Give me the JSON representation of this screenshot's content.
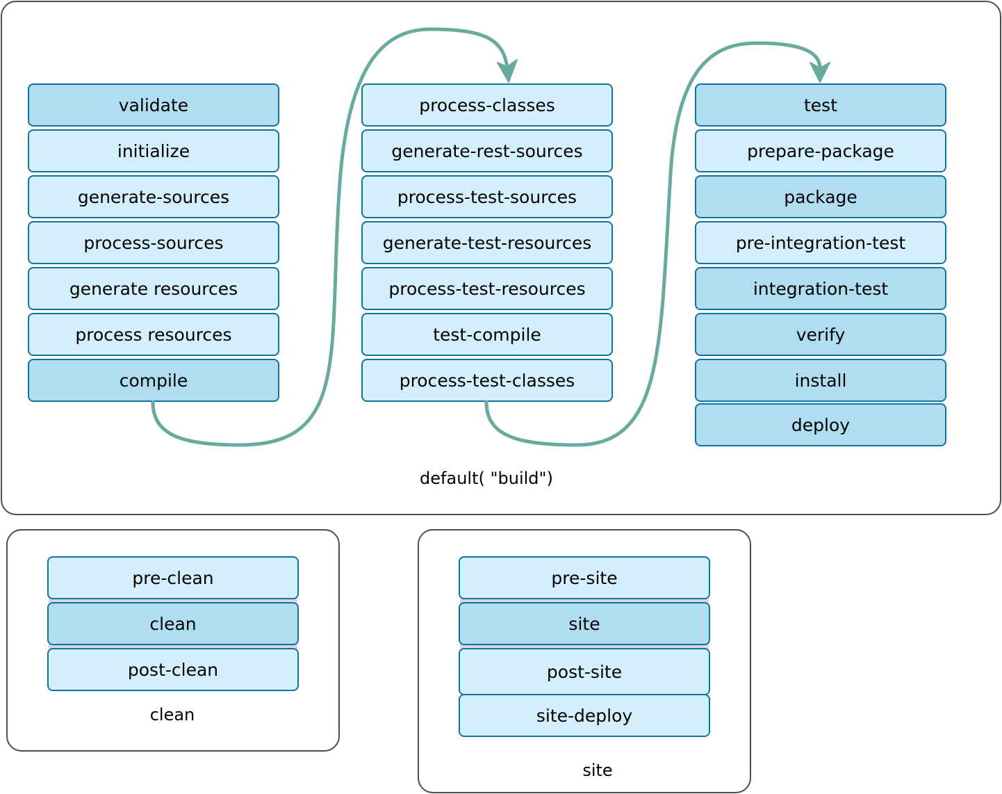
{
  "default_lifecycle": {
    "label": "default( \"build\")",
    "column1": [
      "validate",
      "initialize",
      "generate-sources",
      "process-sources",
      "generate resources",
      "process resources",
      "compile"
    ],
    "column2": [
      "process-classes",
      "generate-rest-sources",
      "process-test-sources",
      "generate-test-resources",
      "process-test-resources",
      "test-compile",
      "process-test-classes"
    ],
    "column3": [
      "test",
      "prepare-package",
      "package",
      "pre-integration-test",
      "integration-test",
      "verify",
      "install",
      "deploy"
    ]
  },
  "clean_lifecycle": {
    "label": "clean",
    "phases": [
      "pre-clean",
      "clean",
      "post-clean"
    ]
  },
  "site_lifecycle": {
    "label": "site",
    "phases": [
      "pre-site",
      "site",
      "post-site",
      "site-deploy"
    ]
  },
  "colors": {
    "light_fill": "#d4effc",
    "dark_fill": "#b1ddf0",
    "box_stroke": "#10739e",
    "connector": "#67ab9f",
    "panel_stroke": "#4d4d4d"
  }
}
